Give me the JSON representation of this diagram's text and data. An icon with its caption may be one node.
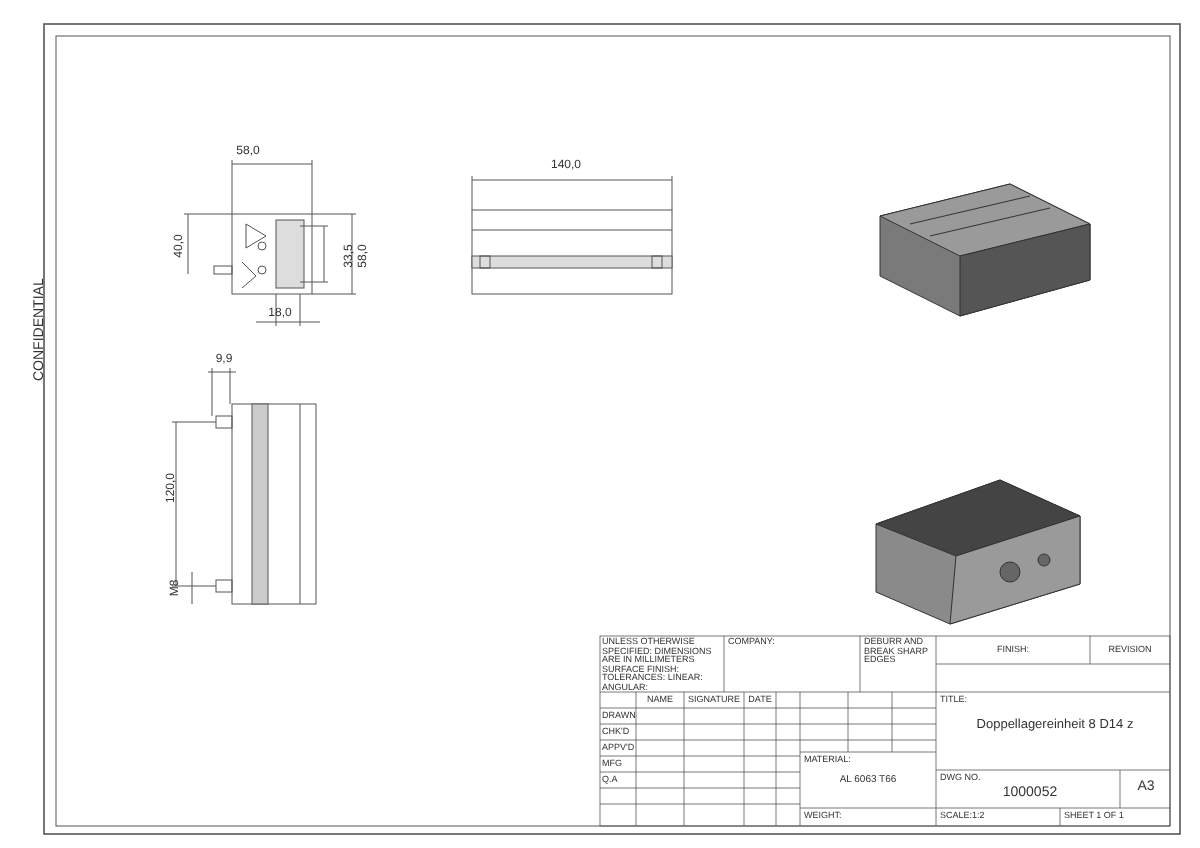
{
  "diagram": {
    "labels": [
      "58,0",
      "40,0",
      "33,5",
      "58,0",
      "18,0",
      "140,0",
      "9,9",
      "120,0",
      "M8",
      "CONFIDENTIAL",
      "UNLESS OTHERWISE SPECIFIED: DIMENSIONS ARE IN MILLIMETERS SURFACE FINISH: TOLERANCES: LINEAR: ANGULAR:",
      "COMPANY:",
      "DEBURR AND BREAK SHARP EDGES",
      "FINISH:",
      "REVISION",
      "NAME",
      "SIGNATURE",
      "DATE",
      "DRAWN",
      "CHK'D",
      "APPV'D",
      "MFG",
      "Q.A",
      "TITLE:",
      "Doppellagereinheit 8 D14 z",
      "MATERIAL:",
      "AL 6063 T66",
      "DWG NO.",
      "1000052",
      "A3",
      "WEIGHT:",
      "SCALE:1:2",
      "SHEET 1 OF 1"
    ]
  }
}
